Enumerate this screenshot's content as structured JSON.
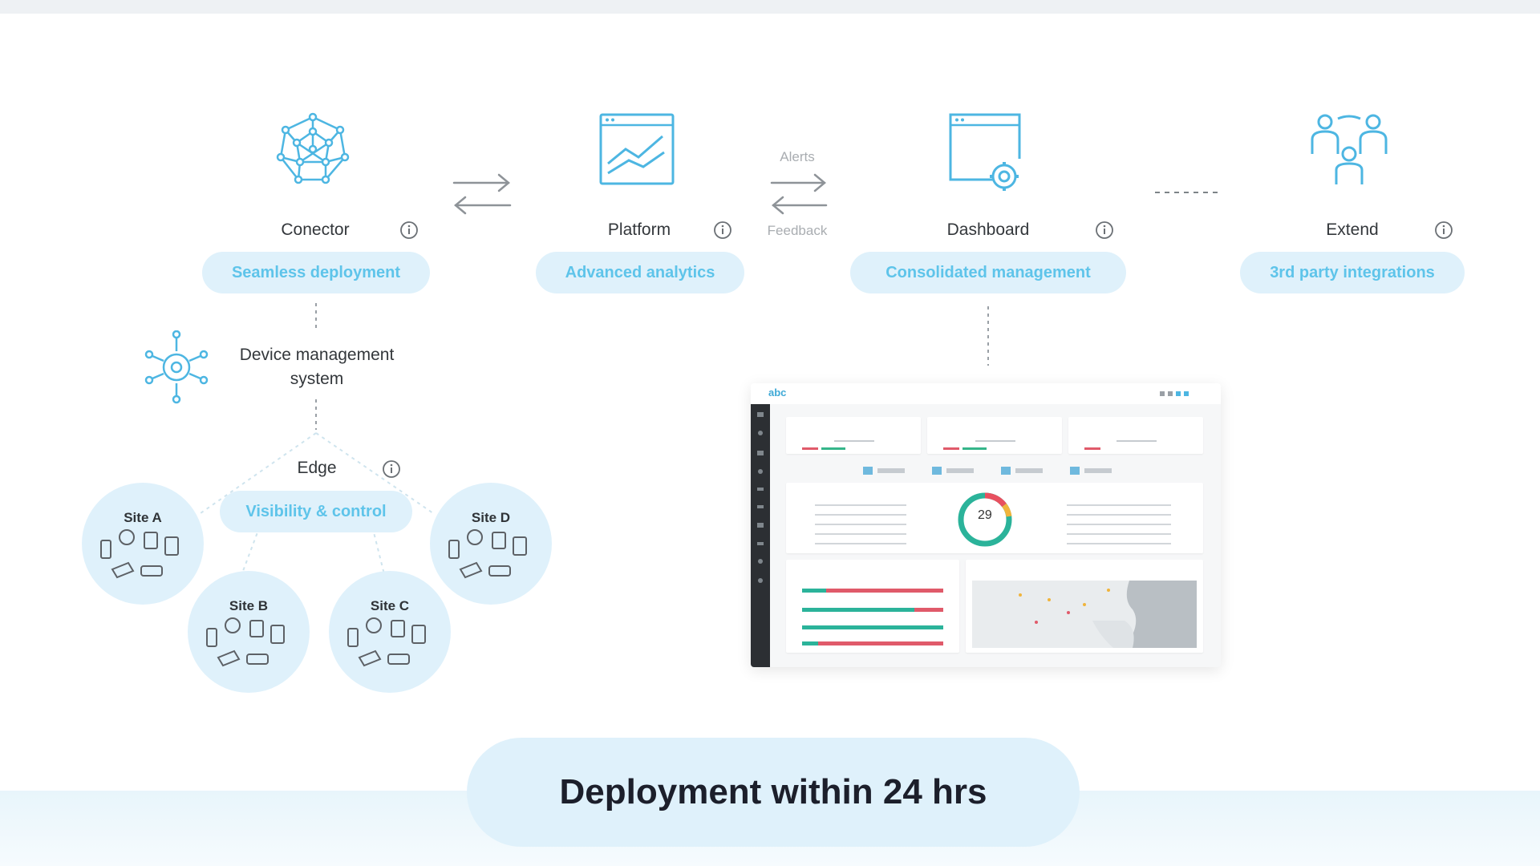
{
  "modules": [
    {
      "title": "Conector",
      "pill": "Seamless deployment"
    },
    {
      "title": "Platform",
      "pill": "Advanced analytics"
    },
    {
      "title": "Dashboard",
      "pill": "Consolidated management"
    },
    {
      "title": "Extend",
      "pill": "3rd party integrations"
    }
  ],
  "flow": {
    "alerts": "Alerts",
    "feedback": "Feedback"
  },
  "device_management": {
    "label_line1": "Device management",
    "label_line2": "system"
  },
  "edge": {
    "title": "Edge",
    "pill": "Visibility & control"
  },
  "sites": [
    "Site A",
    "Site B",
    "Site C",
    "Site D"
  ],
  "dashboard_preview": {
    "logo": "abc",
    "donut_value": "29"
  },
  "footer": {
    "headline": "Deployment within 24 hrs"
  },
  "colors": {
    "accent": "#5ec4ea",
    "pill_bg": "#dff1fb",
    "text": "#33373b"
  }
}
